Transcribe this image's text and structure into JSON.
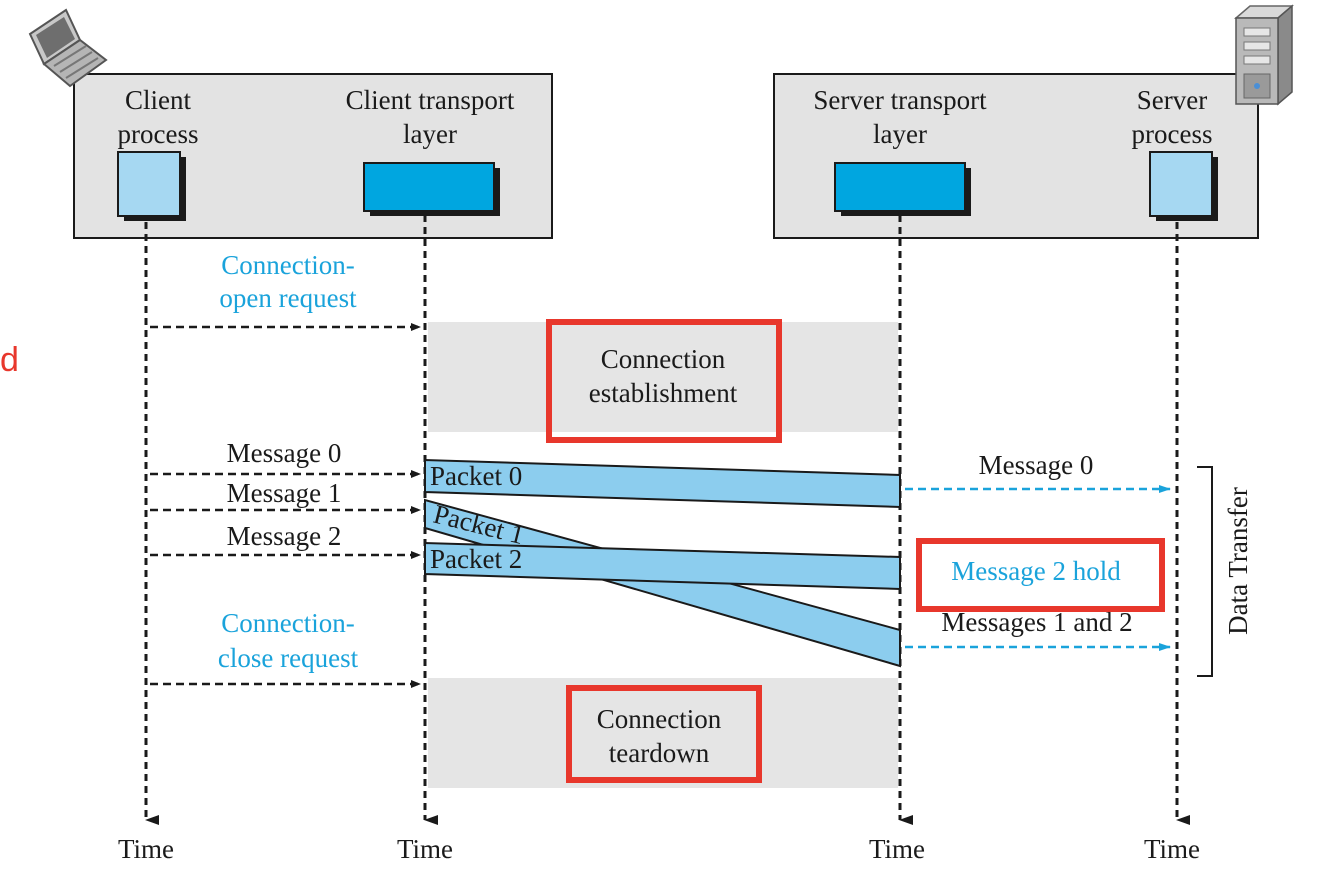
{
  "client_box": {
    "process_label_1": "Client",
    "process_label_2": "process",
    "transport_label_1": "Client transport",
    "transport_label_2": "layer"
  },
  "server_box": {
    "transport_label_1": "Server transport",
    "transport_label_2": "layer",
    "process_label_1": "Server",
    "process_label_2": "process"
  },
  "left_annotations": {
    "open_request_1": "Connection-",
    "open_request_2": "open request",
    "message_0": "Message  0",
    "message_1": "Message  1",
    "message_2": "Message  2",
    "close_request_1": "Connection-",
    "close_request_2": "close request"
  },
  "phases": {
    "establishment_1": "Connection",
    "establishment_2": "establishment",
    "teardown_1": "Connection",
    "teardown_2": "teardown"
  },
  "packets": [
    "Packet 0",
    "Packet 1",
    "Packet 2"
  ],
  "right_annotations": {
    "message_0": "Message  0",
    "hold": "Message 2 hold",
    "messages_1_2": "Messages 1 and 2",
    "data_transfer": "Data Transfer"
  },
  "time_labels": [
    "Time",
    "Time",
    "Time",
    "Time"
  ],
  "side_text": "d",
  "colors": {
    "process_fill": "#a6d8f2",
    "transport_fill": "#00a6e0",
    "packet_fill": "#8ccdee",
    "box_fill": "#e3e3e3",
    "phase_band": "#e5e5e5",
    "highlight_red": "#e8372c",
    "annotation_blue": "#1aa3db"
  },
  "icons": [
    "laptop-icon",
    "server-tower-icon"
  ]
}
